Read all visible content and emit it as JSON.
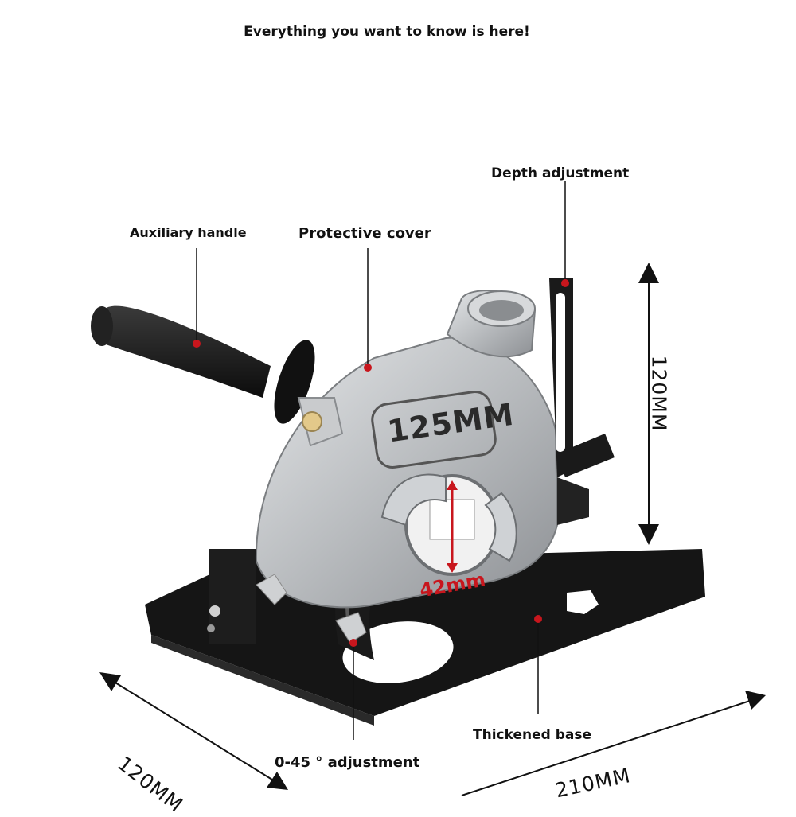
{
  "headline": "Everything you want to know is here!",
  "callouts": {
    "auxiliary_handle": "Auxiliary handle",
    "protective_cover": "Protective cover",
    "depth_adjustment": "Depth adjustment",
    "angle_adjustment": "0-45 ° adjustment",
    "thickened_base": "Thickened base"
  },
  "dimensions": {
    "height": "120MM",
    "width": "120MM",
    "length": "210MM",
    "bore": "42mm"
  },
  "product": {
    "cover_marking": "125MM"
  },
  "colors": {
    "marker_red": "#c8161d",
    "body_black": "#161616",
    "metal_silver": "#b9bcbf"
  }
}
